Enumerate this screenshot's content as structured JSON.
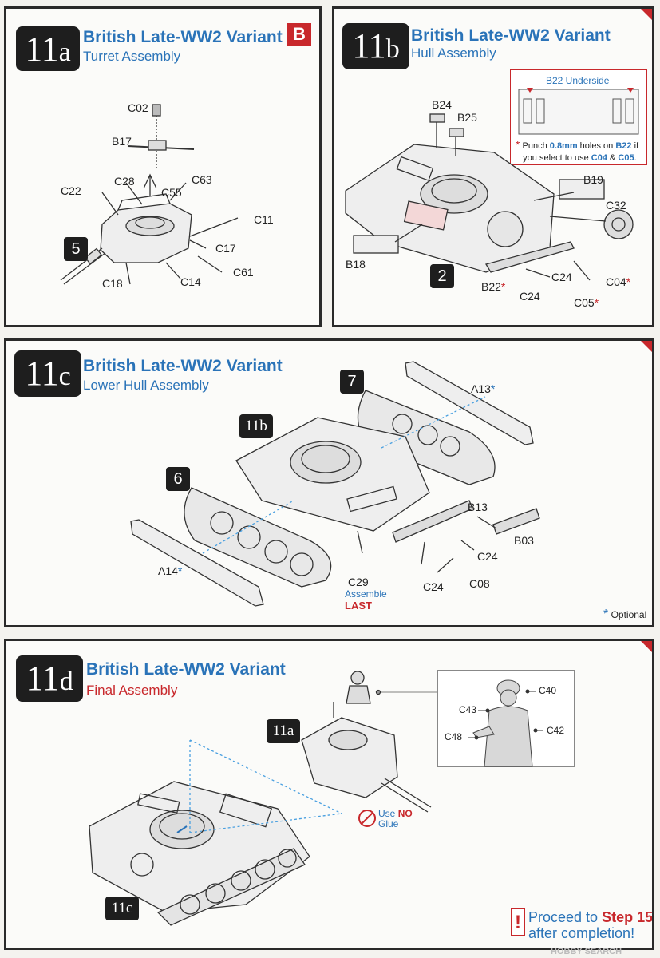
{
  "panels": {
    "p11a": {
      "step_number": "11",
      "step_letter": "a",
      "title": "British Late-WW2 Variant",
      "subtitle": "Turret Assembly",
      "sheet_badge": "B",
      "ref_step": "5",
      "parts": [
        "C02",
        "B17",
        "C28",
        "C63",
        "C22",
        "C55",
        "C11",
        "C17",
        "C61",
        "C14",
        "C18"
      ]
    },
    "p11b": {
      "step_number": "11",
      "step_letter": "b",
      "title": "British Late-WW2 Variant",
      "subtitle": "Hull Assembly",
      "ref_step": "2",
      "parts": [
        "B24",
        "B25",
        "B19",
        "C32",
        "B18",
        "C24",
        "C24"
      ],
      "part_b22": "B22",
      "part_c04": "C04",
      "part_c05": "C05",
      "note": {
        "title": "B22 Underside",
        "star": "*",
        "line1_a": "Punch ",
        "line1_b": "0.8mm",
        "line1_c": " holes on ",
        "line1_d": "B22",
        "line1_e": " if",
        "line2_a": "you select to use ",
        "line2_b": "C04",
        "line2_c": " & ",
        "line2_d": "C05",
        "line2_e": "."
      }
    },
    "p11c": {
      "step_number": "11",
      "step_letter": "c",
      "title": "British Late-WW2 Variant",
      "subtitle": "Lower Hull Assembly",
      "ref_left": "6",
      "ref_right": "7",
      "ref_sub": "11b",
      "part_a13": "A13",
      "part_a14": "A14",
      "parts": [
        "B13",
        "B03",
        "C24",
        "C24",
        "C08",
        "C29"
      ],
      "assemble": "Assemble",
      "last": "LAST",
      "optional_star": "*",
      "optional_label": "Optional"
    },
    "p11d": {
      "step_number": "11",
      "step_letter": "d",
      "title": "British Late-WW2 Variant",
      "subtitle": "Final Assembly",
      "ref_turret": "11a",
      "ref_hull": "11c",
      "figure_parts": [
        "C40",
        "C43",
        "C42",
        "C48"
      ],
      "glue_use": "Use",
      "glue_no": "NO",
      "glue_word": "Glue",
      "proceed_a": "Proceed to",
      "proceed_step": "Step 15",
      "proceed_b": "after completion!",
      "excl": "!"
    }
  },
  "watermark": "HOBBY SEARCH",
  "colors": {
    "accent_blue": "#2a73b8",
    "accent_red": "#c8282c",
    "badge_black": "#1e1e1e"
  }
}
